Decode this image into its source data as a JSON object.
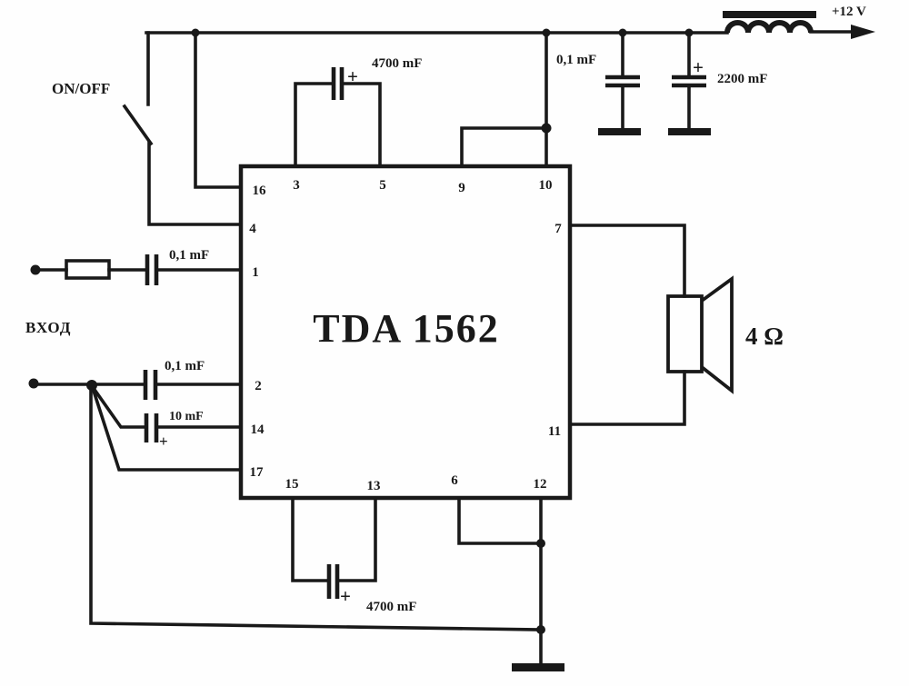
{
  "diagram": {
    "type": "circuit-schematic",
    "chip": {
      "name": "TDA 1562"
    },
    "labels": {
      "switch": "ON/OFF",
      "supply": "+12 V",
      "input": "ВХОД",
      "speaker_impedance": "4 Ω",
      "cap_boost_top": "4700 mF",
      "cap_supply_small": "0,1 mF",
      "cap_supply_big": "2200 mF",
      "cap_input_top": "0,1 mF",
      "cap_input_mid": "0,1 mF",
      "cap_input_low": "10 mF",
      "cap_boost_bottom": "4700 mF",
      "plus": "+"
    },
    "pins": {
      "p16": "16",
      "p3": "3",
      "p5": "5",
      "p9": "9",
      "p10": "10",
      "p4": "4",
      "p1": "1",
      "p2": "2",
      "p14": "14",
      "p17": "17",
      "p7": "7",
      "p11": "11",
      "p15": "15",
      "p13": "13",
      "p6": "6",
      "p12": "12"
    },
    "colors": {
      "ink": "#191919",
      "paper": "#fefefe"
    }
  }
}
